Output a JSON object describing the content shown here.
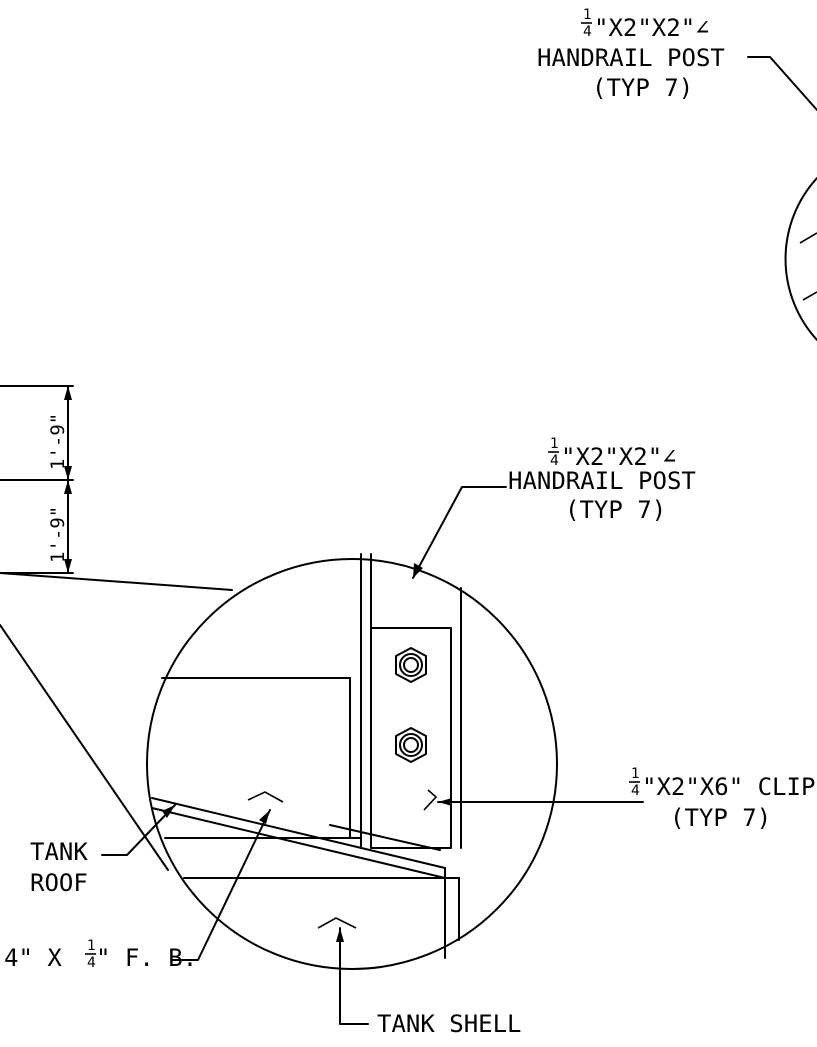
{
  "labels": {
    "top_post": {
      "frac_num": "1",
      "frac_den": "4",
      "line1": "\"X2\"X2\"∠",
      "line2": "HANDRAIL POST",
      "line3": "(TYP 7)"
    },
    "mid_post": {
      "frac_num": "1",
      "frac_den": "4",
      "line1": "\"X2\"X2\"∠",
      "line2": "HANDRAIL POST",
      "line3": "(TYP 7)"
    },
    "clip": {
      "frac_num": "1",
      "frac_den": "4",
      "line1": "\"X2\"X6\" CLIP",
      "line2": "(TYP 7)"
    },
    "tank_roof": {
      "line1": "TANK",
      "line2": "ROOF"
    },
    "flat_bar": {
      "prefix": "4\" X",
      "frac_num": "1",
      "frac_den": "4",
      "suffix": "\" F. B."
    },
    "tank_shell": "TANK SHELL"
  },
  "dimensions": {
    "upper": "1'-9\"",
    "lower": "1'-9\""
  }
}
